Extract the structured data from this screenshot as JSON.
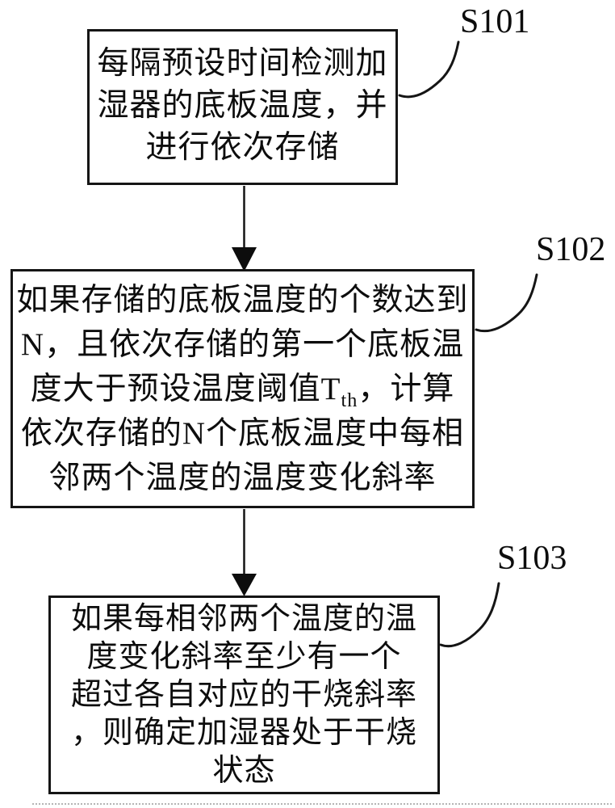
{
  "diagram": {
    "type": "flowchart",
    "background_color": "#ffffff",
    "stroke_color": "#151515",
    "arrow_fill_color": "#0d0d0d",
    "edge_dotted_color": "#b5b5b5",
    "steps": {
      "s101": {
        "label": "S101",
        "l1": "每隔预设时间检测加",
        "l2": "湿器的底板温度，并",
        "l3": "进行依次存储"
      },
      "s102": {
        "label": "S102",
        "l1": "如果存储的底板温度的个数达到",
        "l2": "N，且依次存储的第一个底板温",
        "l3a": "度大于预设温度阈值T",
        "l3sub": "th",
        "l3b": "，计算",
        "l4": "依次存储的N个底板温度中每相",
        "l5": "邻两个温度的温度变化斜率"
      },
      "s103": {
        "label": "S103",
        "l1": "如果每相邻两个温度的温",
        "l2": "度变化斜率至少有一个",
        "l3": "超过各自对应的干烧斜率",
        "l4": "，则确定加湿器处于干烧",
        "l5": "状态"
      }
    }
  }
}
